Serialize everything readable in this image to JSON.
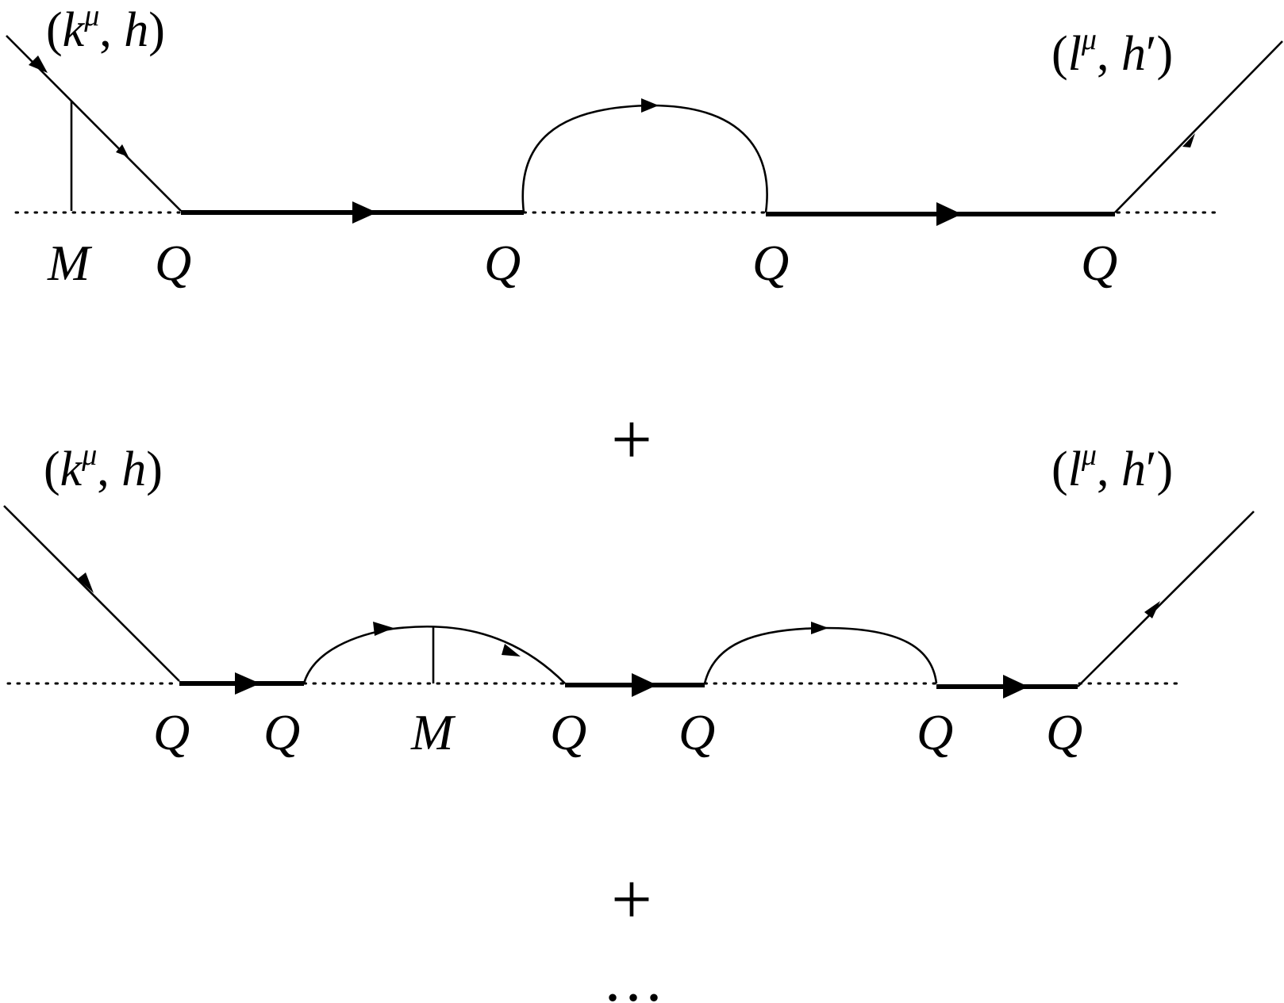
{
  "diagram_1": {
    "incoming_label": {
      "open": "(",
      "momentum": "k",
      "superscript": "μ",
      "sep": ", ",
      "helicity": "h",
      "prime": "",
      "close": ")"
    },
    "outgoing_label": {
      "open": "(",
      "momentum": "l",
      "superscript": "μ",
      "sep": ", ",
      "helicity": "h",
      "prime": "′",
      "close": ")"
    },
    "vertex_labels": [
      "M",
      "Q",
      "Q",
      "Q",
      "Q"
    ]
  },
  "plus_1": "+",
  "diagram_2": {
    "incoming_label": {
      "open": "(",
      "momentum": "k",
      "superscript": "μ",
      "sep": ", ",
      "helicity": "h",
      "prime": "",
      "close": ")"
    },
    "outgoing_label": {
      "open": "(",
      "momentum": "l",
      "superscript": "μ",
      "sep": ", ",
      "helicity": "h",
      "prime": "′",
      "close": ")"
    },
    "vertex_labels": [
      "Q",
      "Q",
      "M",
      "Q",
      "Q",
      "Q",
      "Q"
    ]
  },
  "plus_2": "+",
  "ellipsis": "..."
}
